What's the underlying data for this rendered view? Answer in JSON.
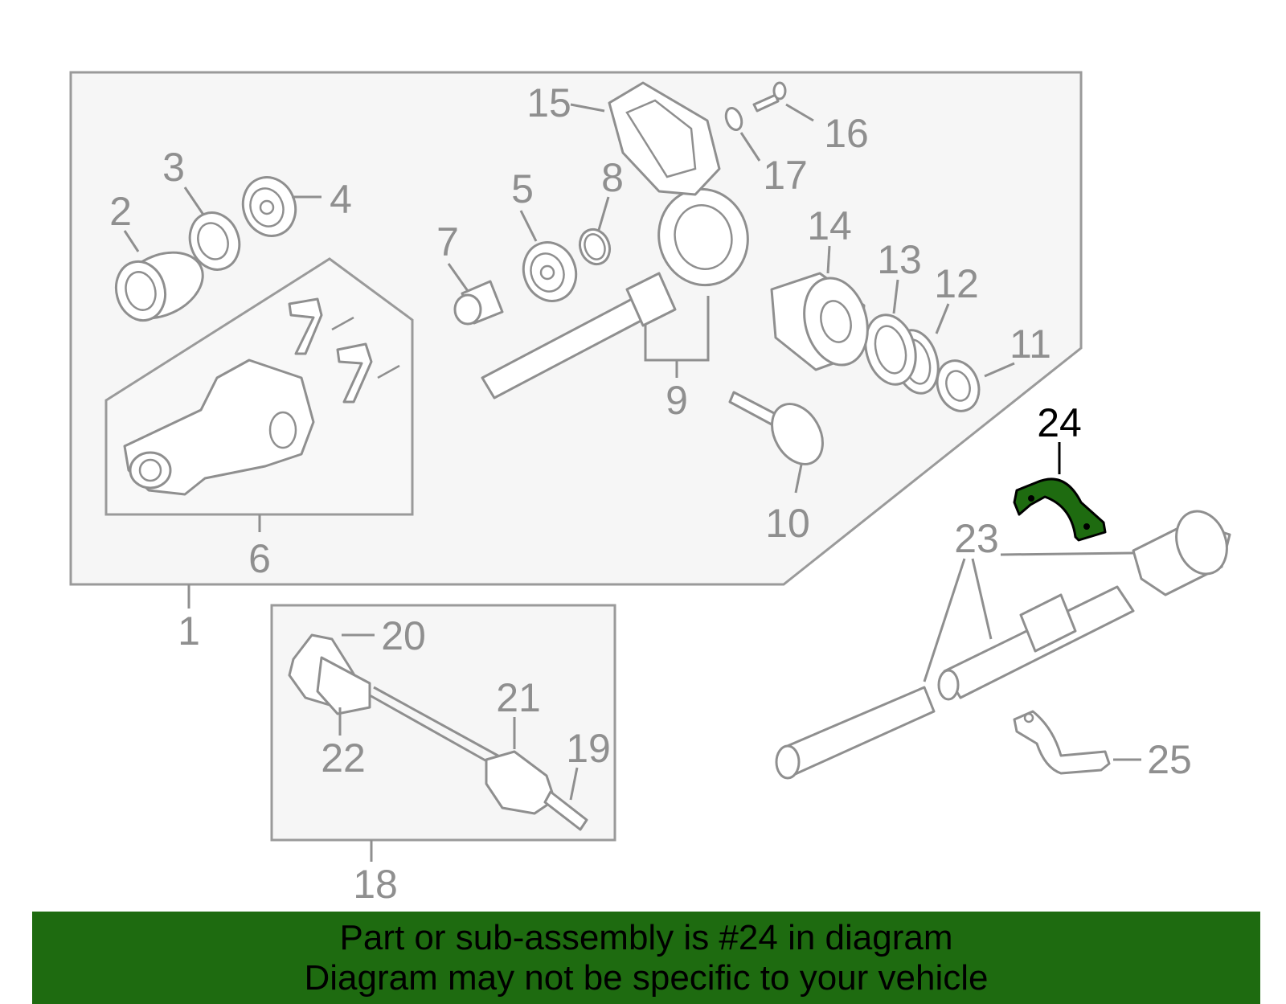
{
  "callouts": {
    "c1": "1",
    "c2": "2",
    "c3": "3",
    "c4": "4",
    "c5": "5",
    "c6": "6",
    "c7": "7",
    "c8": "8",
    "c9": "9",
    "c10": "10",
    "c11": "11",
    "c12": "12",
    "c13": "13",
    "c14": "14",
    "c15": "15",
    "c16": "16",
    "c17": "17",
    "c18": "18",
    "c19": "19",
    "c20": "20",
    "c21": "21",
    "c22": "22",
    "c23": "23",
    "c24": "24",
    "c25": "25"
  },
  "highlighted_part": "24",
  "colors": {
    "highlight": "#1e6b10",
    "line_art": "#8f8f8f",
    "panel_fill": "#f6f6f6"
  },
  "banner": {
    "line1": "Part or sub-assembly is #24 in diagram",
    "line2": "Diagram may not be specific to your vehicle"
  }
}
